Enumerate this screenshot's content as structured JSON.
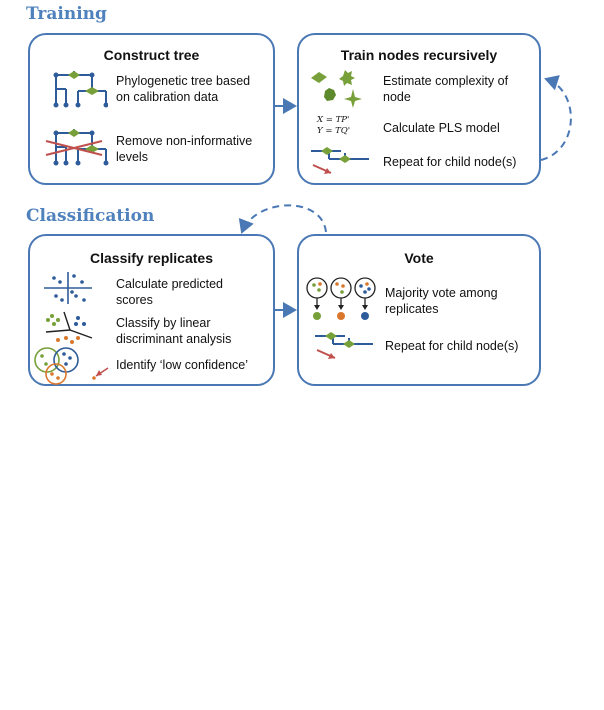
{
  "sections": {
    "training": "Training",
    "classification": "Classification"
  },
  "panels": {
    "construct_tree": {
      "title": "Construct tree",
      "items": [
        "Phylogenetic tree based\non calibration data",
        "Remove non-informative\nlevels"
      ]
    },
    "train_nodes": {
      "title": "Train nodes recursively",
      "items": [
        "Estimate complexity of\nnode",
        "Calculate PLS model",
        "Repeat for child node(s)"
      ],
      "equations": "X = TP'\nY = TQ'"
    },
    "classify_replicates": {
      "title": "Classify replicates",
      "items": [
        "Calculate predicted\nscores",
        "Classify by linear\ndiscriminant analysis",
        "Identify ‘low confidence’"
      ]
    },
    "vote": {
      "title": "Vote",
      "items": [
        "Majority vote among\nreplicates",
        "Repeat for child node(s)"
      ]
    }
  },
  "colors": {
    "border": "#4a78b5",
    "title": "#4f81bd",
    "node_green": "#77a03a",
    "node_blue": "#2e5c9a",
    "cross_red": "#c0504d",
    "orange": "#d9782d"
  },
  "icons": [
    "tree-icon",
    "tree-crossed-icon",
    "leaf-shapes-icon",
    "child-node-icon",
    "scatter-axes-icon",
    "lda-scatter-icon",
    "confidence-circles-icon",
    "vote-circles-icon"
  ]
}
